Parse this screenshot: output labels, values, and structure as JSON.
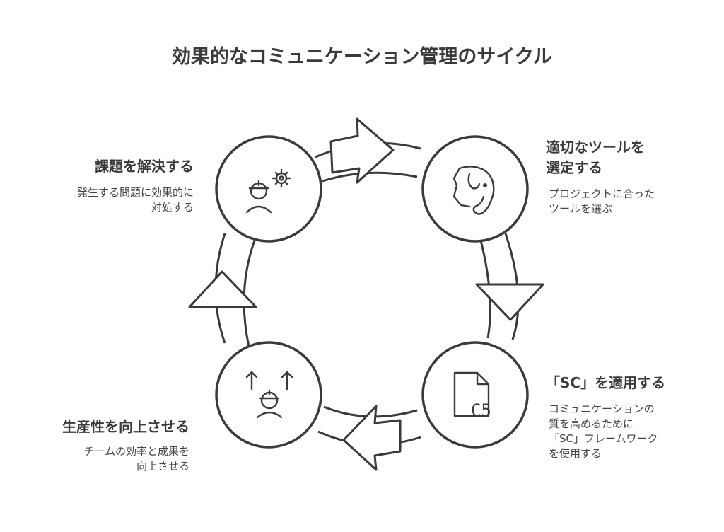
{
  "title": "効果的なコミュニケーション管理のサイクル",
  "steps": [
    {
      "id": "select-tool",
      "label_lines": [
        "適切なツールを",
        "選定する"
      ],
      "desc_lines": [
        "プロジェクトに合った",
        "ツールを選ぶ"
      ],
      "icon": "elephant-icon"
    },
    {
      "id": "apply-sc",
      "label_lines": [
        "「SC」を適用する"
      ],
      "desc_lines": [
        "コミュニケーションの",
        "質を高めるために",
        "「SC」フレームワーク",
        "を使用する"
      ],
      "icon": "c5-document-icon",
      "icon_text": "C5"
    },
    {
      "id": "improve-productivity",
      "label_lines": [
        "生産性を向上させる"
      ],
      "desc_lines": [
        "チームの効率と成果を",
        "向上させる"
      ],
      "icon": "worker-arrows-up-icon"
    },
    {
      "id": "solve-issues",
      "label_lines": [
        "課題を解決する"
      ],
      "desc_lines": [
        "発生する問題に効果的に",
        "対処する"
      ],
      "icon": "worker-gear-icon"
    }
  ],
  "colors": {
    "stroke": "#3a3a3a",
    "fill": "#ffffff",
    "text": "#3a3a3a"
  }
}
